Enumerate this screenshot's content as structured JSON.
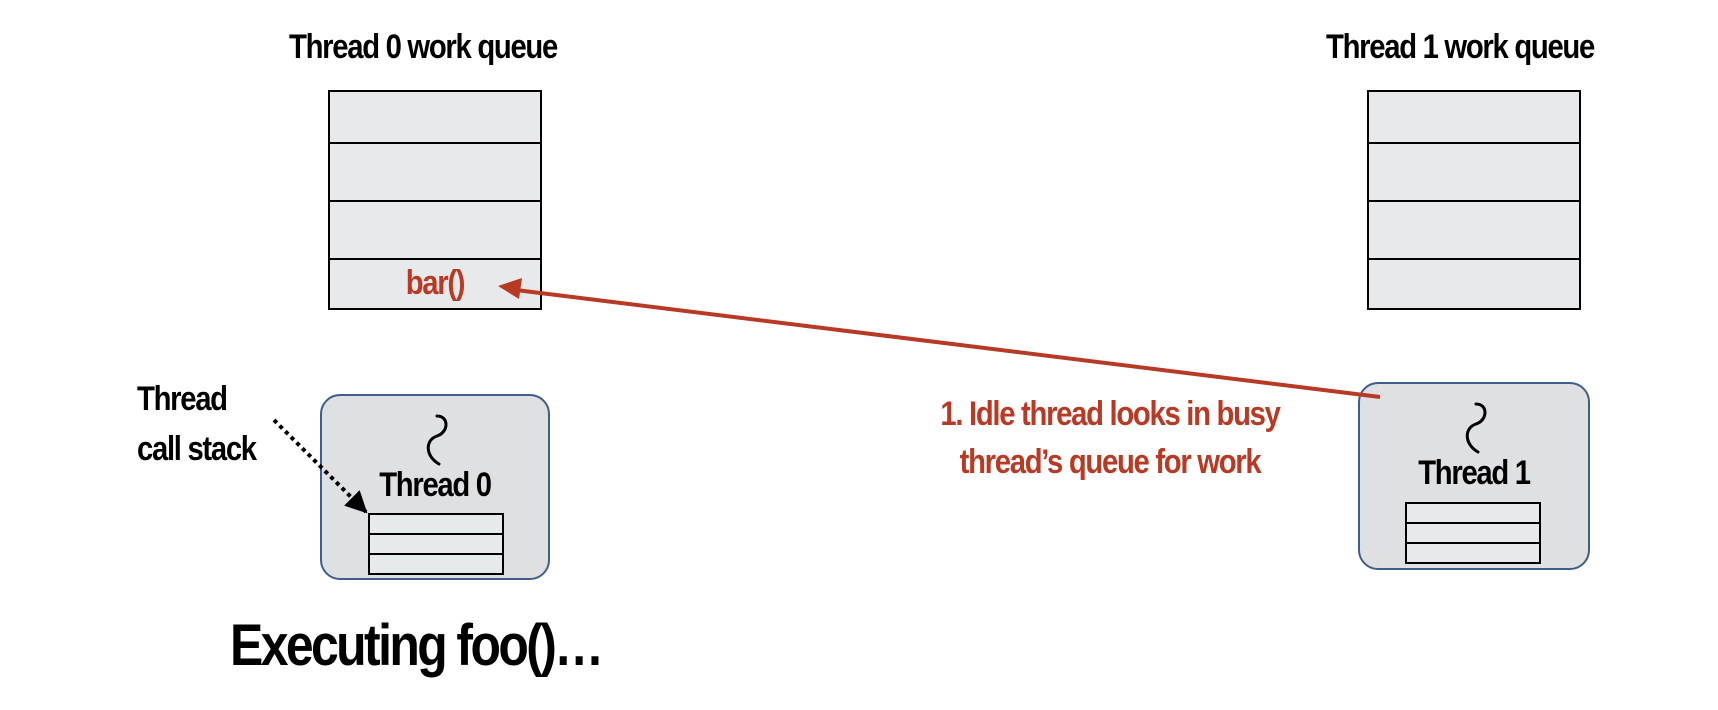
{
  "queues": [
    {
      "title": "Thread 0 work queue",
      "slots": [
        "",
        "",
        "",
        "bar()"
      ]
    },
    {
      "title": "Thread 1 work queue",
      "slots": [
        "",
        "",
        "",
        ""
      ]
    }
  ],
  "threads": [
    {
      "name": "Thread 0",
      "icon": "thread-squiggle-icon"
    },
    {
      "name": "Thread 1",
      "icon": "thread-squiggle-icon"
    }
  ],
  "call_stack_label": {
    "line1": "Thread",
    "line2": "call stack"
  },
  "annotation": {
    "line1": "1. Idle thread looks in busy",
    "line2": "thread’s queue for work"
  },
  "status": "Executing foo()…",
  "colors": {
    "accent": "#b83a25",
    "thread_border": "#3e5e8e",
    "queue_fill": "#e8e9eb",
    "thread_fill": "#dfe0e2"
  }
}
